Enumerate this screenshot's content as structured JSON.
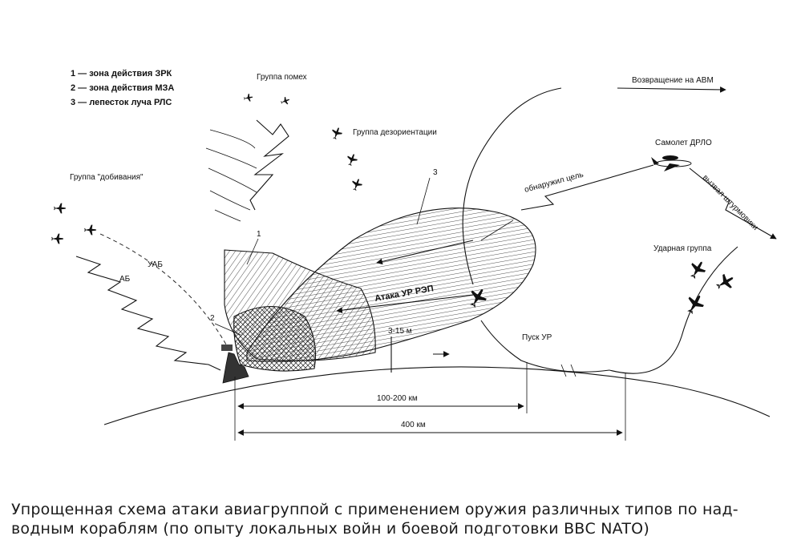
{
  "legend": [
    "1 — зона действия ЗРК",
    "2 — зона действия МЗА",
    "3 — лепесток луча РЛС"
  ],
  "labels": {
    "jamming_group": "Группа помех",
    "disorientation_group": "Группа дезориентации",
    "finishing_group": "Группа \"добивания\"",
    "return_to_carrier": "Возвращение на АВМ",
    "awacs": "Самолет ДРЛО",
    "target_detected": "обнаружил цель",
    "called_strike": "вызвал штурмовики",
    "strike_group": "Ударная группа",
    "uab": "УАБ",
    "ab": "АБ",
    "zone1_num": "1",
    "zone2_num": "2",
    "zone3_num": "3",
    "missile_attack": "Атака УР РЭП",
    "altitude": "3-15 м",
    "missile_launch": "Пуск УР",
    "dist_short": "100-200 км",
    "dist_long": "400 км"
  },
  "caption": {
    "line1": "Упрощенная схема атаки авиагруппой с применением оружия различных типов по над-",
    "line2": "водным кораблям (по опыту локальных войн и боевой подготовки ВВС NATO)"
  }
}
